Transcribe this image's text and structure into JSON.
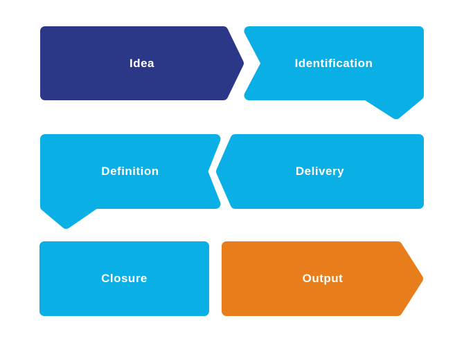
{
  "palette": {
    "navy": "#2b3787",
    "cyan": "#0aafe6",
    "orange": "#e87d1b",
    "label_text": "#ffffff",
    "background": "#ffffff"
  },
  "diagram": {
    "type": "process-flow",
    "flow_order": [
      "Idea",
      "Identification",
      "Delivery",
      "Definition",
      "Closure",
      "Output"
    ],
    "nodes": [
      {
        "id": "idea",
        "label": "Idea",
        "color": "#2b3787",
        "shape": "chevron-arrow-right",
        "row": 1,
        "col": "left"
      },
      {
        "id": "identification",
        "label": "Identification",
        "color": "#0aafe6",
        "shape": "notch-left-receiving-arrow-plus-down-arrow-bottom-right",
        "row": 1,
        "col": "right"
      },
      {
        "id": "definition",
        "label": "Definition",
        "color": "#0aafe6",
        "shape": "notch-right-receiving-arrow-plus-down-arrow-bottom-left",
        "row": 2,
        "col": "left"
      },
      {
        "id": "delivery",
        "label": "Delivery",
        "color": "#0aafe6",
        "shape": "chevron-arrow-left",
        "row": 2,
        "col": "right"
      },
      {
        "id": "closure",
        "label": "Closure",
        "color": "#0aafe6",
        "shape": "rectangle",
        "row": 3,
        "col": "left"
      },
      {
        "id": "output",
        "label": "Output",
        "color": "#e87d1b",
        "shape": "chevron-arrow-right",
        "row": 3,
        "col": "right"
      }
    ]
  }
}
